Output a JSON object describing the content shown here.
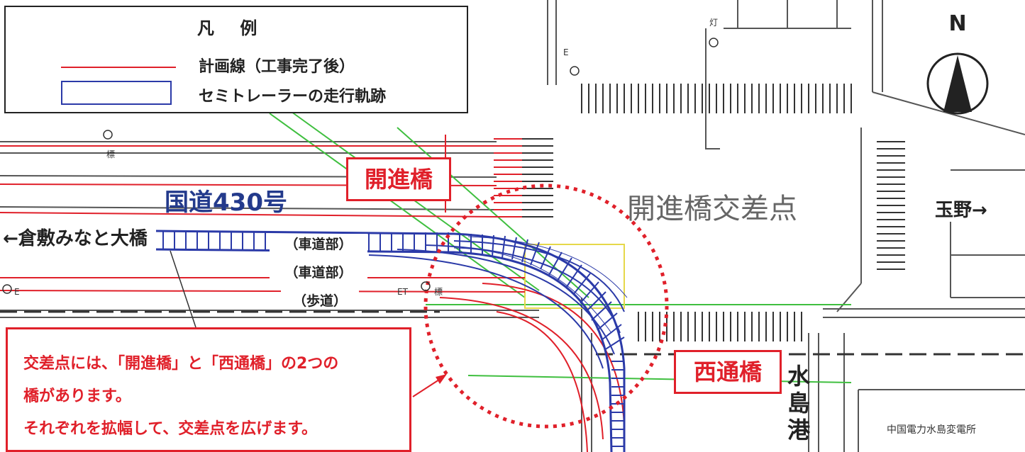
{
  "legend": {
    "title": "凡 例",
    "planned_line_label": "計画線（工事完了後）",
    "trajectory_label": "セミトレーラーの走行軌跡"
  },
  "compass": {
    "label": "N"
  },
  "bridges": {
    "kaishin": "開進橋",
    "nishidori": "西通橋"
  },
  "intersection_label": "開進橋交差点",
  "route_label": "国道430号",
  "direction_west": "←倉敷みなと大橋",
  "direction_east": "玉野→",
  "direction_south": "水島港",
  "road_sections": {
    "lane1": "（車道部）",
    "lane2": "（車道部）",
    "sidewalk": "（歩道）"
  },
  "substation_label": "中国電力水島変電所",
  "map_marks": {
    "lamp": "灯",
    "e1": "E",
    "e2": "E",
    "et": "ET",
    "hyo1": "標",
    "hyo2": "標"
  },
  "callout": {
    "line1": "交差点には、「開進橋」と「西通橋」の2つの",
    "line2": "橋があります。",
    "line3": "それぞれを拡幅して、交差点を広げます。"
  },
  "colors": {
    "planned_line": "#e0202a",
    "trajectory": "#2b3aa8",
    "label_blue": "#233a8c",
    "guide_green": "#3fbf3f"
  }
}
